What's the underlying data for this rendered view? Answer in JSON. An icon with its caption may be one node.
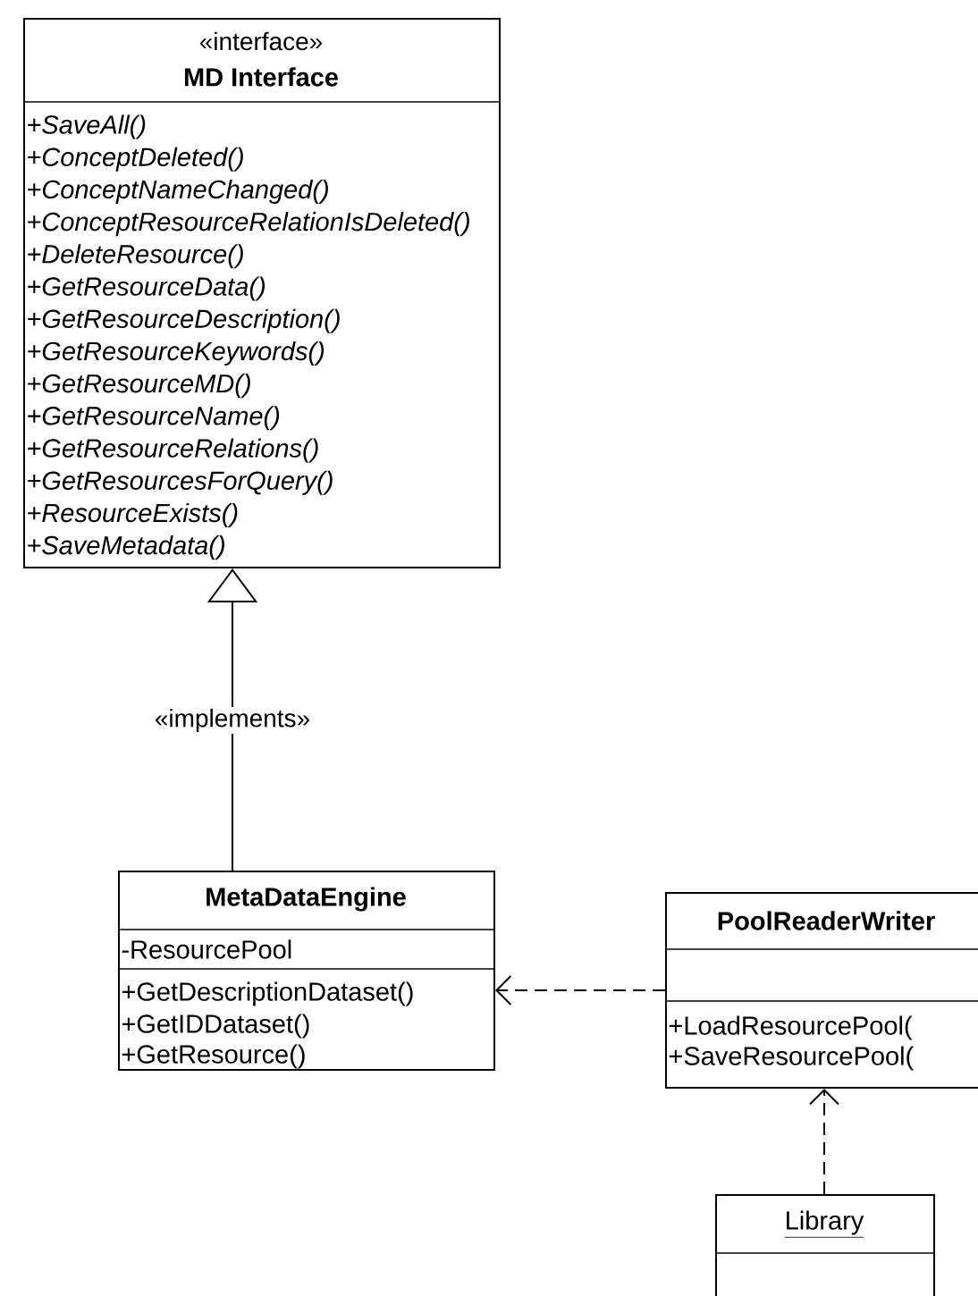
{
  "diagram": {
    "nodes": [
      {
        "text": [
          "«interface»",
          "MD Interface",
          "+SaveAll()",
          "+ConceptDeleted()",
          "+ConceptNameChanged()",
          "+ConceptResourceRelationIsDeleted()",
          "+DeleteResource()",
          "+GetResourceData()",
          "+GetResourceDescription()",
          "+GetResourceKeywords()",
          "+GetResourceMD()",
          "+GetResourceName()",
          "+GetResourceRelations()",
          "+GetResourcesForQuery()",
          "+ResourceExists()",
          "+SaveMetadata()"
        ]
      },
      {
        "text": [
          "MetaDataEngine",
          "-ResourcePool",
          "+GetDescriptionDataset()",
          "+GetIDDataset()",
          "+GetResource()"
        ]
      },
      {
        "text": [
          "PoolReaderWriter",
          "+LoadResourcePool(",
          "+SaveResourcePool("
        ]
      },
      {
        "text": [
          "Library"
        ]
      }
    ],
    "edges": [
      {
        "from": 1,
        "to": 0,
        "arrow": "to",
        "label": "«implements»"
      },
      {
        "from": 2,
        "to": 1,
        "arrow": "to",
        "style": "dashed"
      },
      {
        "from": 3,
        "to": 2,
        "arrow": "to",
        "style": "dashed"
      }
    ]
  }
}
